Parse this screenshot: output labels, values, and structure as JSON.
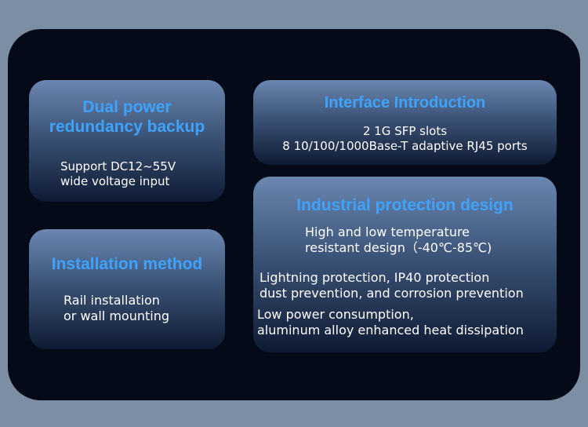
{
  "cards": {
    "power": {
      "title": "Dual power\nredundancy backup",
      "body": "Support DC12~55V\n wide voltage input"
    },
    "install": {
      "title": "Installation method",
      "body": "Rail installation\nor wall mounting"
    },
    "interface": {
      "title": "Interface Introduction",
      "body": "2 1G SFP slots\n8 10/100/1000Base-T adaptive RJ45 ports"
    },
    "industrial": {
      "title": "Industrial  protection design",
      "item1": "High and low temperature\n resistant design（-40℃-85℃)",
      "item2": "Lightning protection,   IP40 protection\n dust prevention, and corrosion prevention",
      "item3": "Low power consumption,\naluminum alloy enhanced heat dissipation"
    }
  },
  "colors": {
    "title_blue": "#3ea4ff",
    "panel_dark": "#050a18",
    "background": "#7b8ea3"
  }
}
